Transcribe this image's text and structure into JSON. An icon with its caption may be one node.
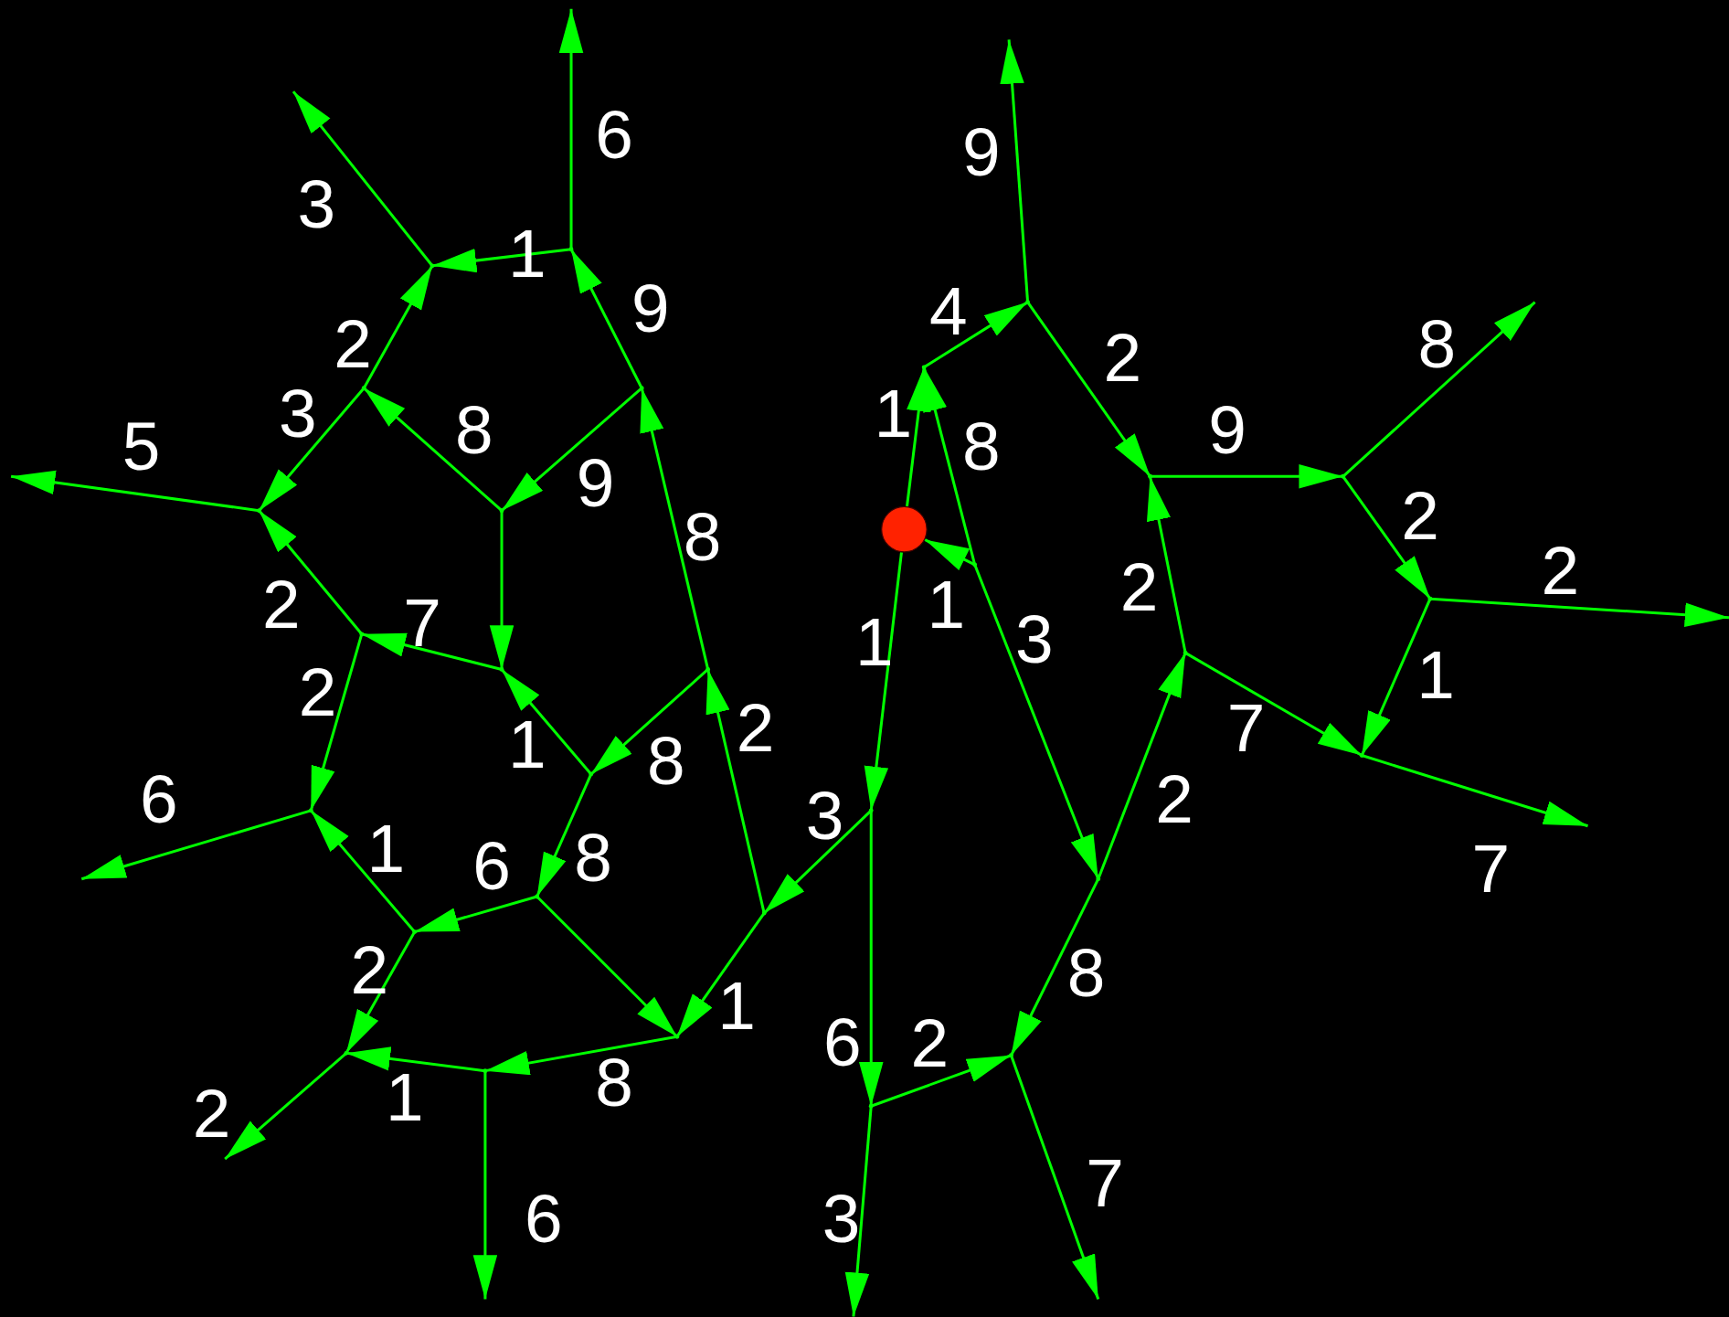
{
  "diagram": {
    "nodes": [
      {
        "text": [],
        "shape": "point"
      },
      {
        "text": [],
        "shape": "point"
      },
      {
        "text": [],
        "shape": "point"
      },
      {
        "text": [],
        "shape": "point"
      },
      {
        "text": [],
        "shape": "point"
      },
      {
        "text": [],
        "shape": "point"
      },
      {
        "text": [],
        "shape": "point"
      },
      {
        "text": [],
        "shape": "point"
      },
      {
        "text": [],
        "shape": "point"
      },
      {
        "text": [],
        "shape": "point"
      },
      {
        "text": [],
        "shape": "circle"
      },
      {
        "text": [],
        "shape": "point"
      },
      {
        "text": [],
        "shape": "point"
      },
      {
        "text": [],
        "shape": "point"
      },
      {
        "text": [],
        "shape": "point"
      },
      {
        "text": [],
        "shape": "point"
      },
      {
        "text": [],
        "shape": "point"
      },
      {
        "text": [],
        "shape": "point"
      },
      {
        "text": [],
        "shape": "point"
      },
      {
        "text": [],
        "shape": "point"
      },
      {
        "text": [],
        "shape": "point"
      },
      {
        "text": [],
        "shape": "point"
      },
      {
        "text": [],
        "shape": "point"
      },
      {
        "text": [],
        "shape": "point"
      },
      {
        "text": [],
        "shape": "point"
      },
      {
        "text": [],
        "shape": "point"
      },
      {
        "text": [],
        "shape": "point"
      },
      {
        "text": [],
        "shape": "point"
      },
      {
        "text": [],
        "shape": "point"
      },
      {
        "text": [],
        "shape": "point"
      }
    ],
    "edges": [
      {
        "from": 0,
        "to": null,
        "arrow": "to",
        "label": "6"
      },
      {
        "from": 0,
        "to": 2,
        "arrow": "to",
        "label": "1"
      },
      {
        "from": 2,
        "to": null,
        "arrow": "to",
        "label": "3"
      },
      {
        "from": 4,
        "to": 2,
        "arrow": "to",
        "label": "2"
      },
      {
        "from": 4,
        "to": 8,
        "arrow": "to",
        "label": "3"
      },
      {
        "from": 8,
        "to": null,
        "arrow": "to",
        "label": "5"
      },
      {
        "from": 9,
        "to": 4,
        "arrow": "to",
        "label": "8"
      },
      {
        "from": 5,
        "to": 9,
        "arrow": "to",
        "label": "9"
      },
      {
        "from": 9,
        "to": 15,
        "arrow": "to"
      },
      {
        "from": 5,
        "to": 0,
        "arrow": "to",
        "label": "9"
      },
      {
        "from": 16,
        "to": 5,
        "arrow": "to",
        "label": "8"
      },
      {
        "from": 13,
        "to": 8,
        "arrow": "to",
        "label": "2"
      },
      {
        "from": 15,
        "to": 13,
        "arrow": "to",
        "label": "7"
      },
      {
        "from": 13,
        "to": 19,
        "arrow": "to",
        "label": "2"
      },
      {
        "from": 18,
        "to": 15,
        "arrow": "to",
        "label": "1"
      },
      {
        "from": 16,
        "to": 18,
        "arrow": "to",
        "label": "8"
      },
      {
        "from": 23,
        "to": 16,
        "arrow": "to",
        "label": "2"
      },
      {
        "from": 18,
        "to": 22,
        "arrow": "to",
        "label": "8"
      },
      {
        "from": 19,
        "to": null,
        "arrow": "to",
        "label": "6"
      },
      {
        "from": 24,
        "to": 19,
        "arrow": "to",
        "label": "1"
      },
      {
        "from": 22,
        "to": 24,
        "arrow": "to",
        "label": "6"
      },
      {
        "from": 22,
        "to": 25,
        "arrow": "to"
      },
      {
        "from": 23,
        "to": 25,
        "arrow": "to",
        "label": "1"
      },
      {
        "from": 24,
        "to": 26,
        "arrow": "to",
        "label": "2"
      },
      {
        "from": 26,
        "to": null,
        "arrow": "to",
        "label": "2"
      },
      {
        "from": 28,
        "to": 26,
        "arrow": "to",
        "label": "1"
      },
      {
        "from": 28,
        "to": null,
        "arrow": "to",
        "label": "6"
      },
      {
        "from": 25,
        "to": 28,
        "arrow": "to",
        "label": "8"
      },
      {
        "from": 20,
        "to": 23,
        "arrow": "to",
        "label": "3"
      },
      {
        "from": 10,
        "to": 20,
        "arrow": "to",
        "label": "1"
      },
      {
        "from": 10,
        "to": 3,
        "arrow": "to",
        "label": "1"
      },
      {
        "from": 11,
        "to": 10,
        "arrow": "to",
        "label": "1"
      },
      {
        "from": 11,
        "to": 3,
        "arrow": "to",
        "label": "8"
      },
      {
        "from": 3,
        "to": 1,
        "arrow": "to",
        "label": "4"
      },
      {
        "from": 1,
        "to": null,
        "arrow": "to",
        "label": "9"
      },
      {
        "from": 1,
        "to": 6,
        "arrow": "to",
        "label": "2"
      },
      {
        "from": 6,
        "to": 7,
        "arrow": "to",
        "label": "9"
      },
      {
        "from": 7,
        "to": null,
        "arrow": "to",
        "label": "8"
      },
      {
        "from": 7,
        "to": 12,
        "arrow": "to",
        "label": "2"
      },
      {
        "from": 12,
        "to": null,
        "arrow": "to",
        "label": "2"
      },
      {
        "from": 12,
        "to": 17,
        "arrow": "to",
        "label": "1"
      },
      {
        "from": 17,
        "to": null,
        "arrow": "to",
        "label": "7"
      },
      {
        "from": 14,
        "to": 17,
        "arrow": "to",
        "label": "7"
      },
      {
        "from": 14,
        "to": 6,
        "arrow": "to",
        "label": "2"
      },
      {
        "from": 21,
        "to": 14,
        "arrow": "to",
        "label": "2"
      },
      {
        "from": 11,
        "to": 21,
        "arrow": "to",
        "label": "3"
      },
      {
        "from": 21,
        "to": 27,
        "arrow": "to",
        "label": "8"
      },
      {
        "from": 27,
        "to": null,
        "arrow": "to",
        "label": "7"
      },
      {
        "from": 29,
        "to": 27,
        "arrow": "to",
        "label": "2"
      },
      {
        "from": 20,
        "to": 29,
        "arrow": "to",
        "label": "6"
      },
      {
        "from": 29,
        "to": null,
        "arrow": "to",
        "label": "3"
      }
    ]
  }
}
